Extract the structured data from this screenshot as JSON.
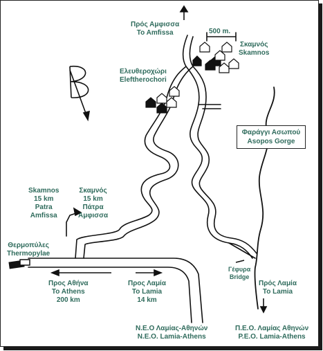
{
  "labels": {
    "amfissa_gr": "Πρός Αμφισσα",
    "amfissa_en": "To Amfissa",
    "distance": "500 m.",
    "skamnos_gr": "Σκαμνός",
    "skamnos_en": "Skamnos",
    "eleftherochori_gr": "Ελευθεροχώρι",
    "eleftherochori_en": "Eleftherochori",
    "gorge_gr": "Φαράγγι Ασωπού",
    "gorge_en": "Asopos Gorge",
    "junction_en": [
      "Skamnos",
      "15 km",
      "Patra",
      "Amfissa"
    ],
    "junction_gr": [
      "Σκαμνός",
      "15 km",
      "Πάτρα",
      "Αμφισσα"
    ],
    "thermopylae_gr": "Θερμοπύλες",
    "thermopylae_en": "Thermopylae",
    "athens": [
      "Προς Αθήνα",
      "To Athens",
      "200 km"
    ],
    "lamia_left": [
      "Προς Λαμία",
      "To Lamia",
      "14 km"
    ],
    "bridge_gr": "Γέφυρα",
    "bridge_en": "Bridge",
    "lamia_right": [
      "Πρός Λαμία",
      "To Lamia"
    ],
    "nat_road_1": [
      "Ν.Ε.Ο Λαμίας-Αθηνών",
      "N.E.O. Lamia-Athens"
    ],
    "nat_road_2": [
      "Π.Ε.Ο. Λαμίας Αθηνών",
      "P.E.O. Lamia-Athens"
    ]
  },
  "colors": {
    "label": "#2f6b5c",
    "ink": "#111111"
  }
}
